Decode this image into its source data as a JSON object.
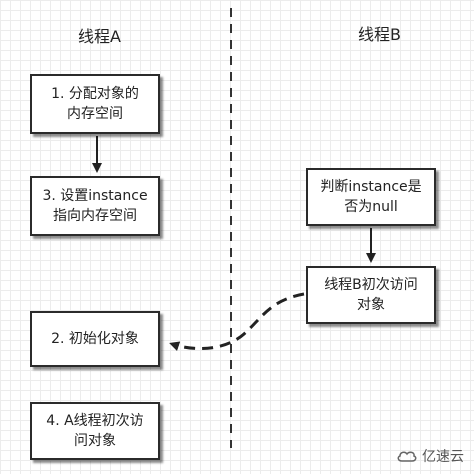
{
  "lanes": {
    "a_title": "线程A",
    "b_title": "线程B"
  },
  "steps": {
    "a1": "1. 分配对象的\n内存空间",
    "a3": "3. 设置instance\n指向内存空间",
    "a2": "2. 初始化对象",
    "a4": "4. A线程初次访\n问对象",
    "b1": "判断instance是\n否为null",
    "b2": "线程B初次访问\n对象"
  },
  "watermark": {
    "text": "亿速云",
    "logo_icon": "cloud-logo-icon"
  },
  "colors": {
    "border": "#2b2b2b",
    "divider": "#333333",
    "grid": "#ececec"
  }
}
